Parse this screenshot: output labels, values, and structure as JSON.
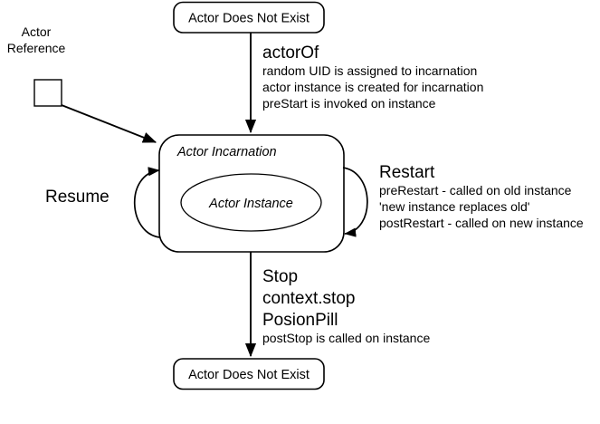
{
  "diagram": {
    "title_semantic": "akka-actor-lifecycle-state-diagram",
    "colors": {
      "background": "#ffffff",
      "stroke": "#000000",
      "text": "#000000"
    },
    "nodes": {
      "top_state": {
        "label": "Actor Does Not Exist"
      },
      "bottom_state": {
        "label": "Actor Does Not Exist"
      },
      "incarnation": {
        "label": "Actor Incarnation"
      },
      "instance": {
        "label": "Actor Instance"
      },
      "actor_reference": {
        "label_line1": "Actor",
        "label_line2": "Reference"
      }
    },
    "transitions": {
      "actor_of": {
        "heading": "actorOf",
        "lines": [
          "random UID is assigned to incarnation",
          "actor instance is created for incarnation",
          "preStart is invoked on instance"
        ]
      },
      "restart": {
        "heading": "Restart",
        "lines": [
          "preRestart - called on old instance",
          "'new instance replaces old'",
          "postRestart - called on new instance"
        ]
      },
      "stop": {
        "heading_lines": [
          "Stop",
          "context.stop",
          "PosionPill"
        ],
        "lines": [
          "postStop is called on instance"
        ]
      },
      "resume": {
        "heading": "Resume"
      }
    }
  }
}
